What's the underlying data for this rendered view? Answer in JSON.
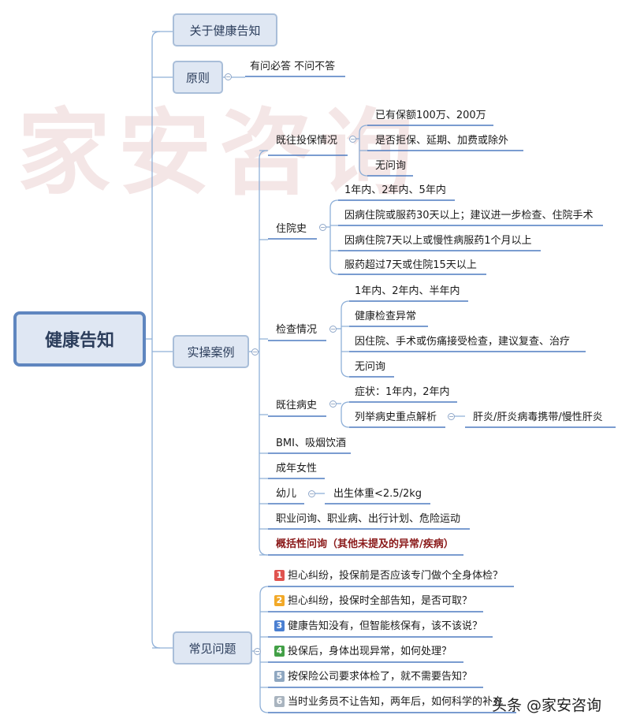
{
  "watermark": "家安咨询",
  "root": "健康告知",
  "branches": {
    "about": "关于健康告知",
    "principle": "原则",
    "principle_child": "有问必答 不问不答",
    "cases": "实操案例",
    "faq": "常见问题"
  },
  "cases": {
    "insured": {
      "label": "既往投保情况",
      "items": [
        "已有保额100万、200万",
        "是否拒保、延期、加费或除外",
        "无问询"
      ]
    },
    "hospital": {
      "label": "住院史",
      "items": [
        "1年内、2年内、5年内",
        "因病住院或服药30天以上；建议进一步检查、住院手术",
        "因病住院7天以上或慢性病服药1个月以上",
        "服药超过7天或住院15天以上"
      ]
    },
    "exam": {
      "label": "检查情况",
      "items": [
        "1年内、2年内、半年内",
        "健康检查异常",
        "因住院、手术或伤痛接受检查，建议复查、治疗",
        "无问询"
      ]
    },
    "history": {
      "label": "既往病史",
      "symptom": "症状：1年内，2年内",
      "list": "列举病史重点解析",
      "list_child": "肝炎/肝炎病毒携带/慢性肝炎"
    },
    "bmi": "BMI、吸烟饮酒",
    "female": "成年女性",
    "infant": "幼儿",
    "infant_child": "出生体重<2.5/2kg",
    "job": "职业问询、职业病、出行计划、危险运动",
    "general": "概括性问询（其他未提及的异常/疾病）"
  },
  "faq": [
    {
      "num": "1",
      "color": "#e0534f",
      "text": "担心纠纷，投保前是否应该专门做个全身体检？"
    },
    {
      "num": "2",
      "color": "#f2a928",
      "text": "担心纠纷，投保时全部告知，是否可取？"
    },
    {
      "num": "3",
      "color": "#4a7fd1",
      "text": "健康告知没有，但智能核保有，该不该说？"
    },
    {
      "num": "4",
      "color": "#43a047",
      "text": "投保后，身体出现异常，如何处理？"
    },
    {
      "num": "5",
      "color": "#8fa7c0",
      "text": "按保险公司要求体检了，就不需要告知？"
    },
    {
      "num": "6",
      "color": "#a9b4bf",
      "text": "当时业务员不让告知，两年后，如何科学的补充"
    }
  ],
  "footer": "头条 @家安咨询",
  "colors": {
    "line": "#8fb0d8",
    "underline": "#4f7cc0",
    "root_border": "#5f86bf"
  }
}
